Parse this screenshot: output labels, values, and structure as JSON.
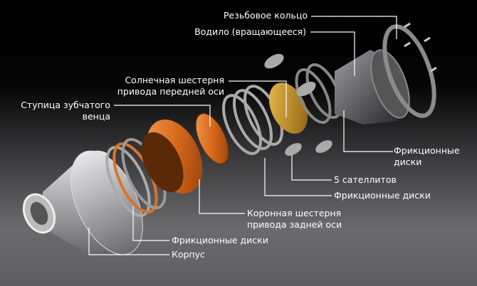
{
  "labels": {
    "threaded_ring": "Резьбовое кольцо",
    "carrier": "Водило (вращающееся)",
    "sun_gear_line1": "Солнечная шестерня",
    "sun_gear_line2": "привода передней оси",
    "ring_hub_line1": "Ступица зубчатого",
    "ring_hub_line2": "венца",
    "friction_right_line1": "Фрикционные",
    "friction_right_line2": "диски",
    "satellites": "5 сателлитов",
    "friction_middle": "Фрикционные диски",
    "ring_gear_line1": "Коронная шестерня",
    "ring_gear_line2": "привода задней оси",
    "friction_left": "Фрикционные диски",
    "housing": "Корпус"
  },
  "colors": {
    "orange": "#e07a2a",
    "gold": "#c8901e",
    "steel": "#b8b8bc",
    "leader": "#ffffff"
  }
}
